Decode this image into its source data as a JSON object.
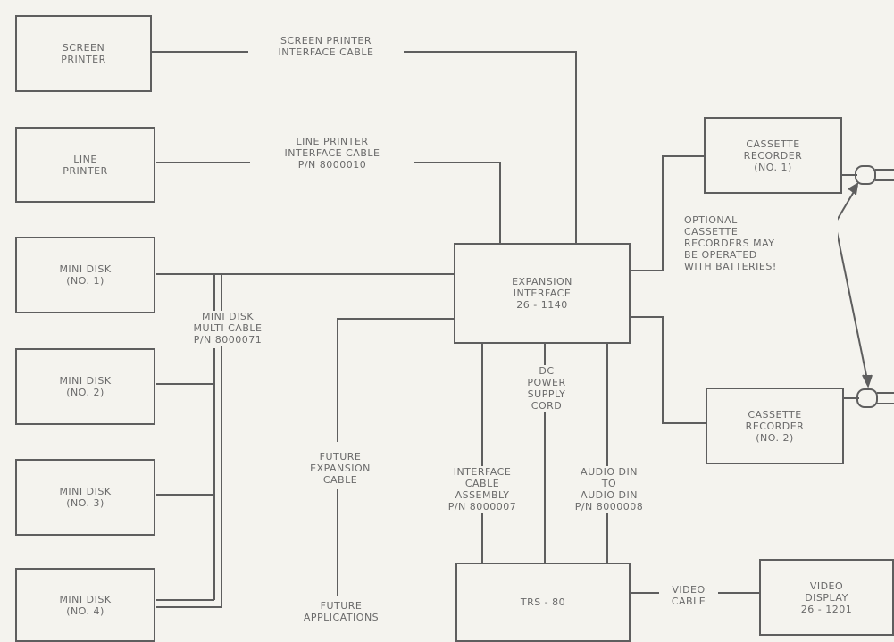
{
  "boxes": {
    "screen_printer": "SCREEN\nPRINTER",
    "line_printer": "LINE\nPRINTER",
    "mini_disk_1": "MINI DISK\n(NO. 1)",
    "mini_disk_2": "MINI DISK\n(NO. 2)",
    "mini_disk_3": "MINI DISK\n(NO. 3)",
    "mini_disk_4": "MINI DISK\n(NO. 4)",
    "expansion_interface": "EXPANSION\nINTERFACE\n26 - 1140",
    "cassette_1": "CASSETTE\nRECORDER\n(NO. 1)",
    "cassette_2": "CASSETTE\nRECORDER\n(NO. 2)",
    "trs80": "TRS - 80",
    "video_display": "VIDEO\nDISPLAY\n26 - 1201"
  },
  "labels": {
    "screen_printer_cable": "SCREEN PRINTER\nINTERFACE CABLE",
    "line_printer_cable": "LINE PRINTER\nINTERFACE CABLE\nP/N 8000010",
    "mini_disk_cable": "MINI DISK\nMULTI CABLE\nP/N 8000071",
    "optional_cassette_note": "OPTIONAL\nCASSETTE\nRECORDERS MAY\nBE OPERATED\nWITH BATTERIES!",
    "dc_power_cord": "DC\nPOWER\nSUPPLY\nCORD",
    "future_expansion_cable": "FUTURE\nEXPANSION\nCABLE",
    "future_applications": "FUTURE\nAPPLICATIONS",
    "interface_cable": "INTERFACE\nCABLE\nASSEMBLY\nP/N 8000007",
    "audio_cable": "AUDIO DIN\nTO\nAUDIO DIN\nP/N 8000008",
    "video_cable": "VIDEO\nCABLE"
  }
}
